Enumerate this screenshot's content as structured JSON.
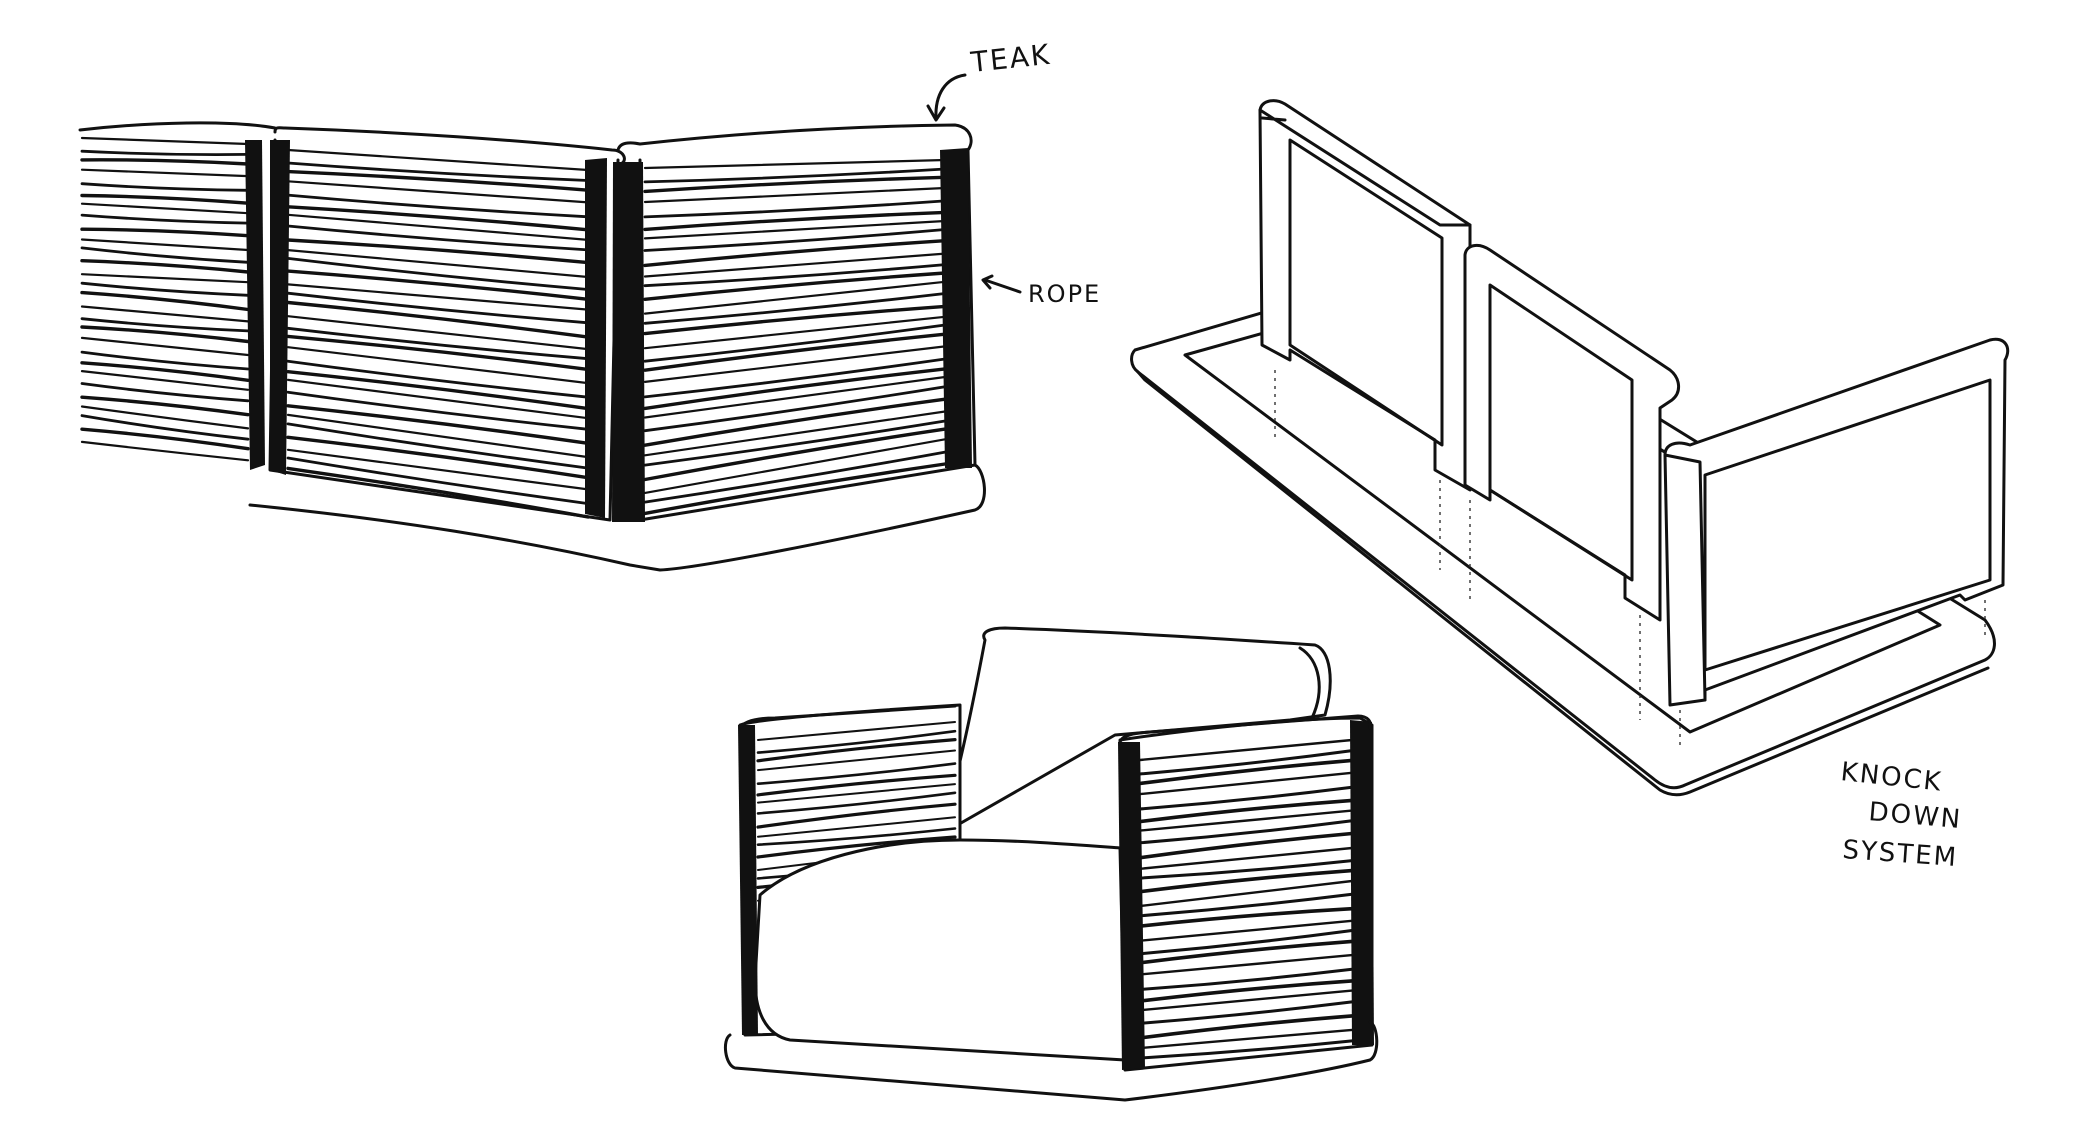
{
  "annotations": {
    "teak": "TEAK",
    "rope": "ROPE",
    "knock_down": [
      "KNOCK",
      "DOWN",
      "SYSTEM"
    ]
  },
  "colors": {
    "background": "#ffffff",
    "ink": "#111111"
  },
  "icons": {
    "teak_arrow": "curved-arrow-icon",
    "rope_arrow": "arrow-icon"
  }
}
